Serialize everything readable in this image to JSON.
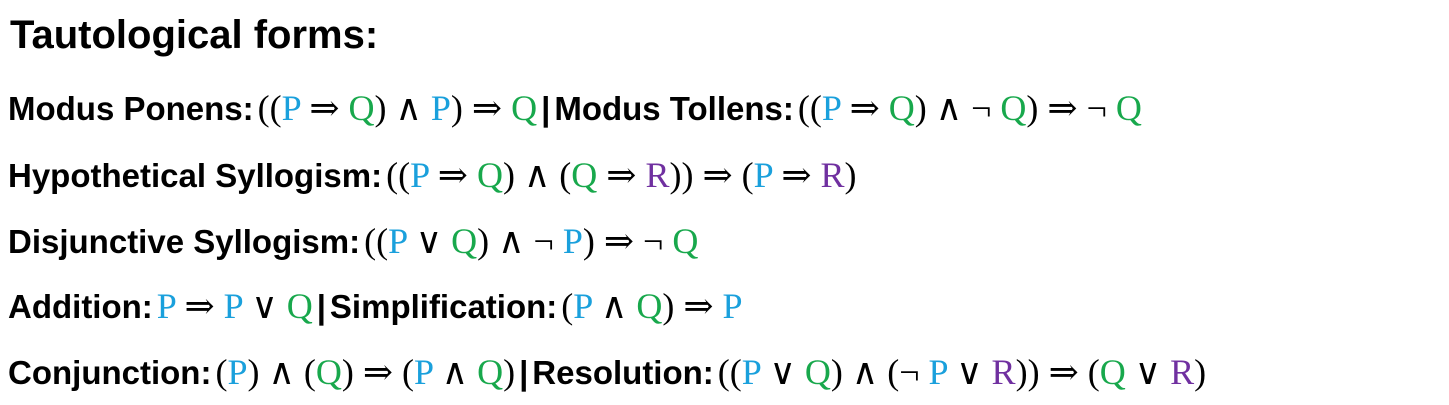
{
  "title": "Tautological forms:",
  "colors": {
    "P": "#1aa0dc",
    "Q": "#18a84c",
    "R": "#7030a0",
    "text": "#000000"
  },
  "separator": "|",
  "lines": [
    {
      "items": [
        {
          "label": "Modus Ponens:",
          "formula": "((P ⇒ Q) ∧ P) ⇒ Q"
        },
        {
          "label": "Modus Tollens:",
          "formula": "((P ⇒ Q) ∧ ¬ Q) ⇒ ¬ Q"
        }
      ]
    },
    {
      "items": [
        {
          "label": "Hypothetical Syllogism:",
          "formula": "((P ⇒ Q) ∧ (Q ⇒ R)) ⇒ (P ⇒ R)"
        }
      ]
    },
    {
      "items": [
        {
          "label": "Disjunctive Syllogism:",
          "formula": "((P ∨ Q) ∧ ¬ P) ⇒ ¬ Q"
        }
      ]
    },
    {
      "items": [
        {
          "label": "Addition:",
          "formula": "P ⇒ P ∨ Q"
        },
        {
          "label": "Simplification:",
          "formula": "(P ∧ Q) ⇒ P"
        }
      ]
    },
    {
      "items": [
        {
          "label": "Conjunction:",
          "formula": "(P) ∧ (Q) ⇒ (P ∧ Q)"
        },
        {
          "label": "Resolution:",
          "formula": "((P ∨ Q) ∧ (¬ P ∨ R)) ⇒ (Q ∨ R)"
        }
      ]
    }
  ]
}
